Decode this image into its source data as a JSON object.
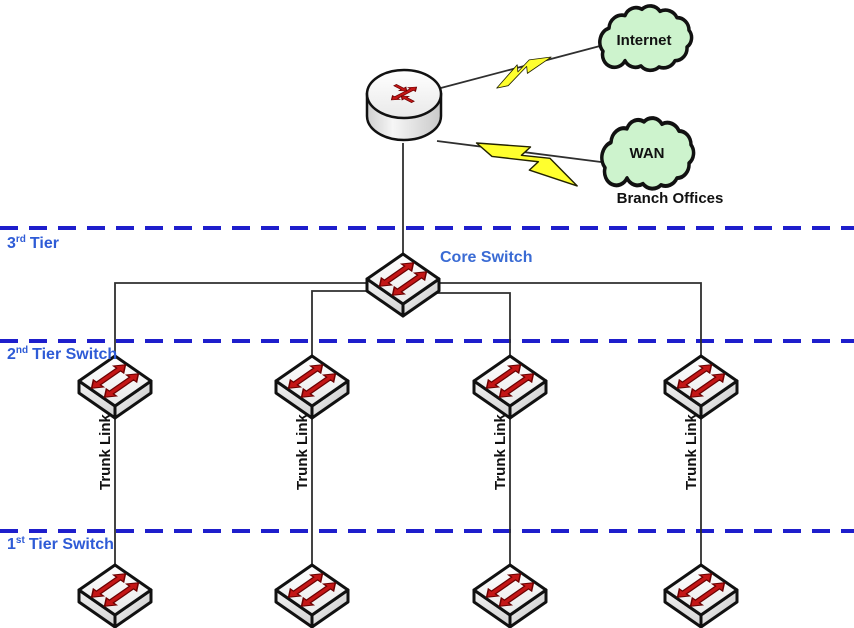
{
  "diagram_type": "hierarchical-network-topology",
  "labels": {
    "internet": "Internet",
    "wan": "WAN",
    "branch_offices": "Branch Offices",
    "core_switch": "Core Switch",
    "trunk_link": "Trunk Link",
    "tier3": {
      "num": "3",
      "sup": "rd",
      "word": "Tier"
    },
    "tier2": {
      "num": "2",
      "sup": "nd",
      "word": "Tier Switch"
    },
    "tier1": {
      "num": "1",
      "sup": "st",
      "word": "Tier Switch"
    }
  },
  "colors": {
    "tier_divider_blue": "#1E1ECC",
    "tier_label_blue": "#2E5BD6",
    "core_switch_label_blue": "#3A6BD4",
    "cloud_fill_green": "#CDF3CD",
    "bolt_yellow": "#FFFF2E",
    "arrow_red": "#C41616"
  },
  "topology": {
    "external_clouds": [
      "Internet",
      "WAN"
    ],
    "wan_note": "Branch Offices",
    "router_connects_to": [
      "Internet",
      "WAN",
      "Core Switch"
    ],
    "core_switch_tier": "3rd Tier",
    "tier2_switch_count": 4,
    "tier1_switch_count": 4,
    "trunk_link_count": 4
  }
}
